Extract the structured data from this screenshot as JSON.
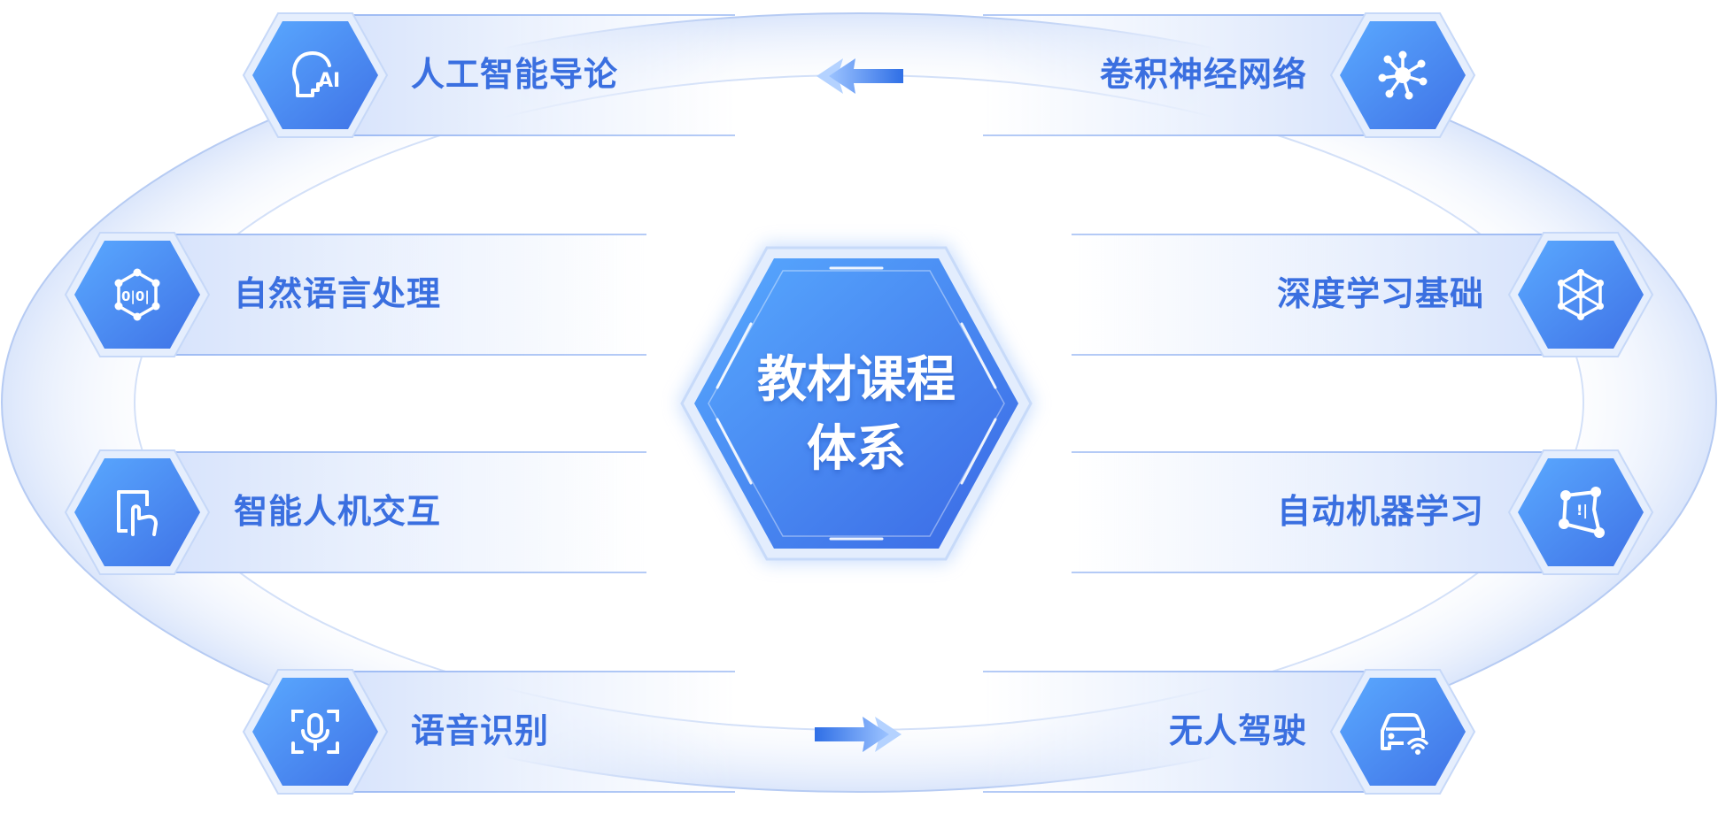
{
  "center": {
    "line1": "教材课程",
    "line2": "体系"
  },
  "courses_left": [
    {
      "label": "人工智能导论",
      "icon": "ai-head-icon"
    },
    {
      "label": "自然语言处理",
      "icon": "language-cube-icon"
    },
    {
      "label": "智能人机交互",
      "icon": "touch-screen-icon"
    },
    {
      "label": "语音识别",
      "icon": "microphone-icon"
    }
  ],
  "courses_right": [
    {
      "label": "卷积神经网络",
      "icon": "neural-network-icon"
    },
    {
      "label": "深度学习基础",
      "icon": "cube-network-icon"
    },
    {
      "label": "自动机器学习",
      "icon": "node-graph-icon"
    },
    {
      "label": "无人驾驶",
      "icon": "car-wireless-icon"
    }
  ],
  "arrows": [
    {
      "direction": "left"
    },
    {
      "direction": "right"
    }
  ],
  "colors": {
    "accent": "#3a6fe0",
    "hex_light": "#5aa9ff",
    "hex_dark": "#3f72e6"
  }
}
